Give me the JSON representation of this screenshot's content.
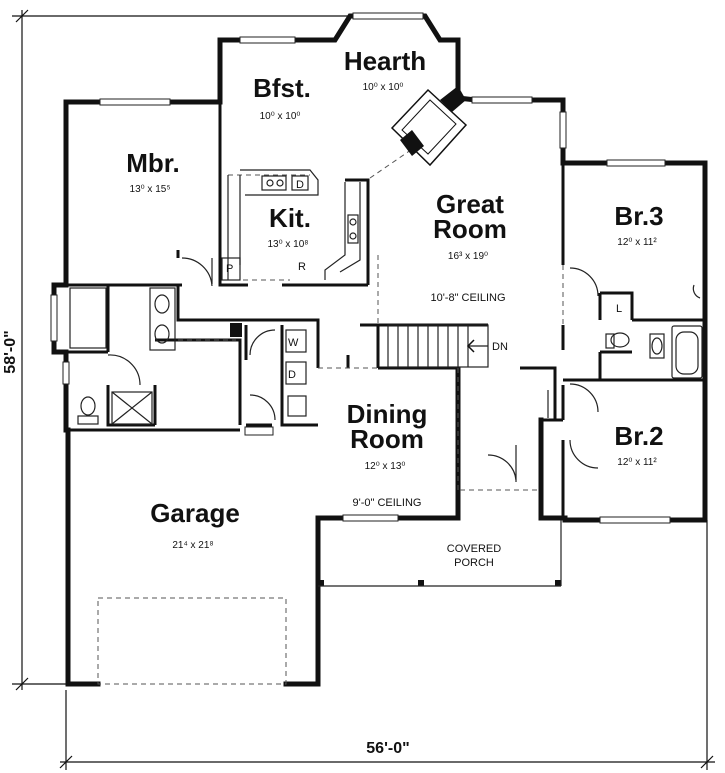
{
  "rooms": {
    "hearth": {
      "name": "Hearth",
      "size": "10⁰ x 10⁰"
    },
    "bfst": {
      "name": "Bfst.",
      "size": "10⁰ x 10⁰"
    },
    "mbr": {
      "name": "Mbr.",
      "size": "13⁰ x 15⁵"
    },
    "kit": {
      "name": "Kit.",
      "size": "13⁰ x 10⁸"
    },
    "great_line1": "Great",
    "great_line2": "Room",
    "great_size": "16³ x 19⁰",
    "great_ceiling": "10'-8\" CEILING",
    "br3": {
      "name": "Br.3",
      "size": "12⁰ x 11²"
    },
    "dining_line1": "Dining",
    "dining_line2": "Room",
    "dining_size": "12⁰ x 13⁰",
    "dining_ceiling": "9'-0\" CEILING",
    "br2": {
      "name": "Br.2",
      "size": "12⁰ x 11²"
    },
    "garage": {
      "name": "Garage",
      "size": "21⁴ x 21⁸"
    },
    "porch_line1": "COVERED",
    "porch_line2": "PORCH"
  },
  "fixtures": {
    "dryer": "D",
    "pantry": "P",
    "refrigerator": "R",
    "washer": "W",
    "laundry_dryer": "D",
    "linen": "L",
    "stair_down": "DN"
  },
  "dimensions": {
    "width": "56'-0\"",
    "depth": "58'-0\""
  }
}
